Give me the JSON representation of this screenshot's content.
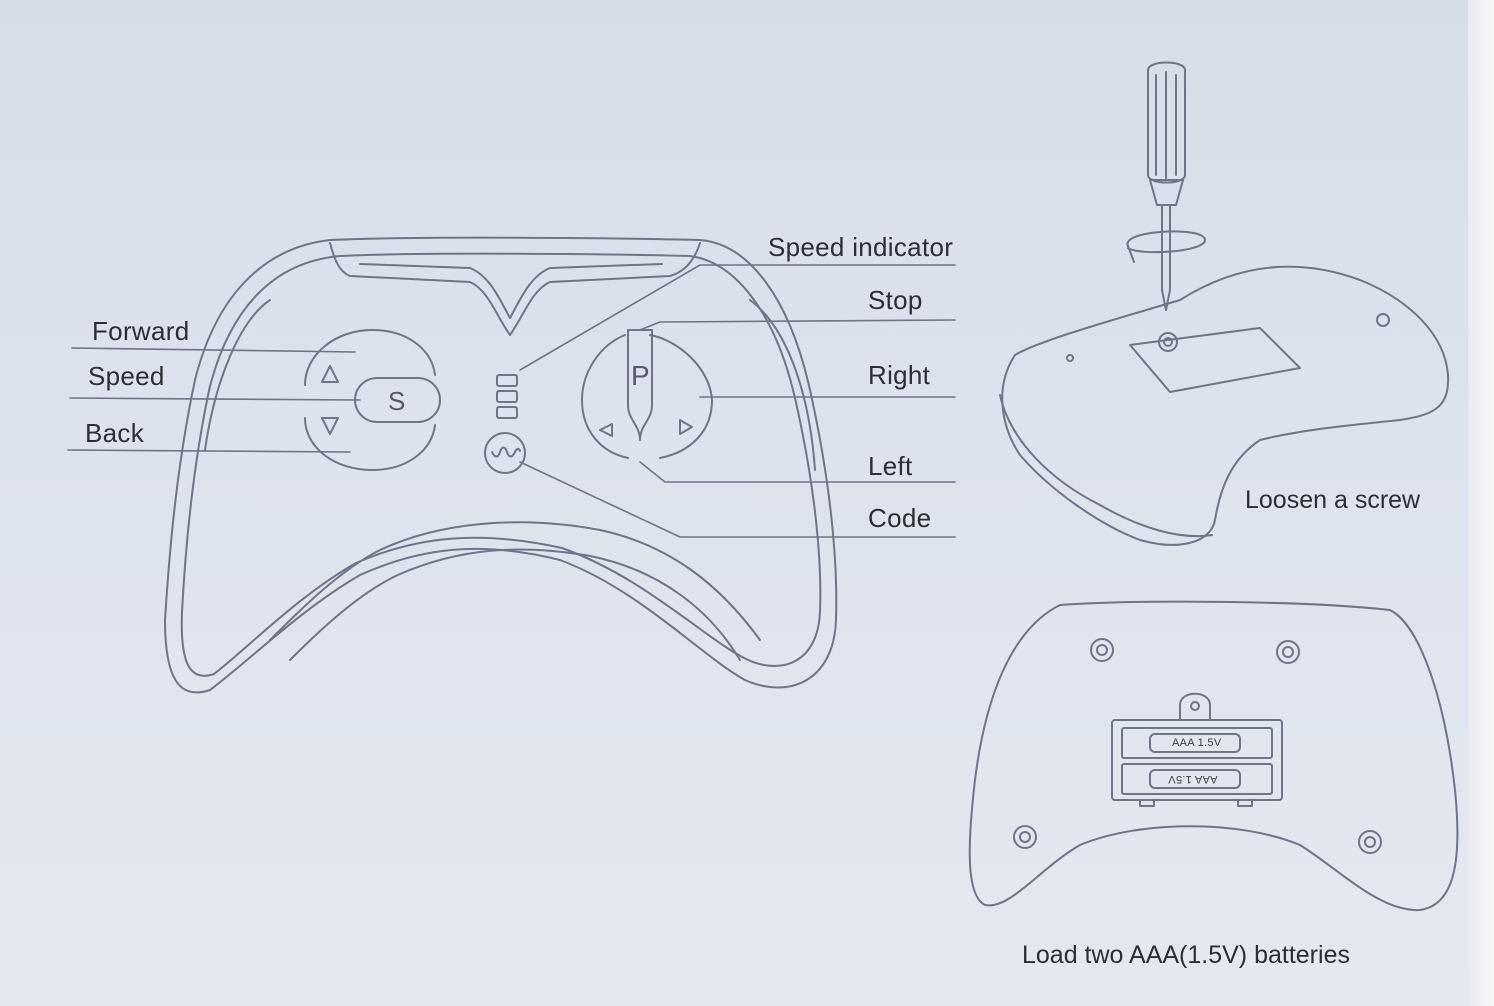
{
  "labels": {
    "forward": "Forward",
    "speed": "Speed",
    "back": "Back",
    "speed_indicator": "Speed indicator",
    "stop": "Stop",
    "right": "Right",
    "left": "Left",
    "code": "Code"
  },
  "buttons": {
    "speed_key": "S",
    "stop_key": "P"
  },
  "captions": {
    "loosen": "Loosen a screw",
    "batteries": "Load two AAA(1.5V) batteries"
  },
  "battery": {
    "top": "AAA 1.5V",
    "bottom": "AAA 1.5V"
  }
}
